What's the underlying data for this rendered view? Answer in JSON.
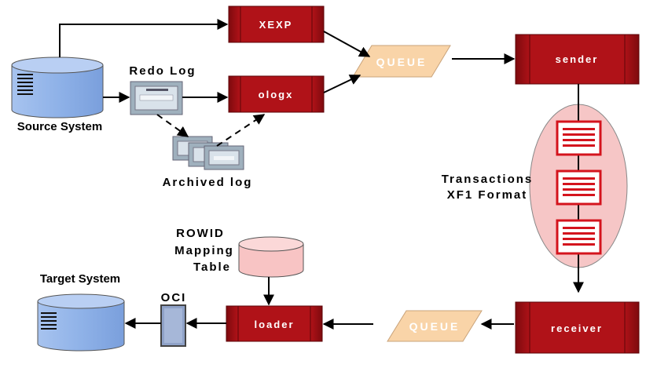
{
  "nodes": {
    "xexp": "XEXP",
    "ologx": "ologx",
    "sender": "sender",
    "receiver": "receiver",
    "loader": "loader",
    "queue_top": "QUEUE",
    "queue_bottom": "QUEUE",
    "oci": "OCI"
  },
  "labels": {
    "source_system": "Source System",
    "target_system": "Target System",
    "redo_log": "Redo Log",
    "archived_log": "Archived log",
    "transactions_line1": "Transactions",
    "transactions_line2": "XF1 Format",
    "rowid_line1": "ROWID",
    "rowid_line2": "Mapping",
    "rowid_line3": "Table"
  },
  "colors": {
    "process_box": "#a50f14",
    "queue": "#f9d4a8",
    "database": "#8fb2e8",
    "ellipse": "#f6c6c6",
    "transaction_doc_border": "#d4141d",
    "rowid_cylinder": "#f8c4c4"
  }
}
